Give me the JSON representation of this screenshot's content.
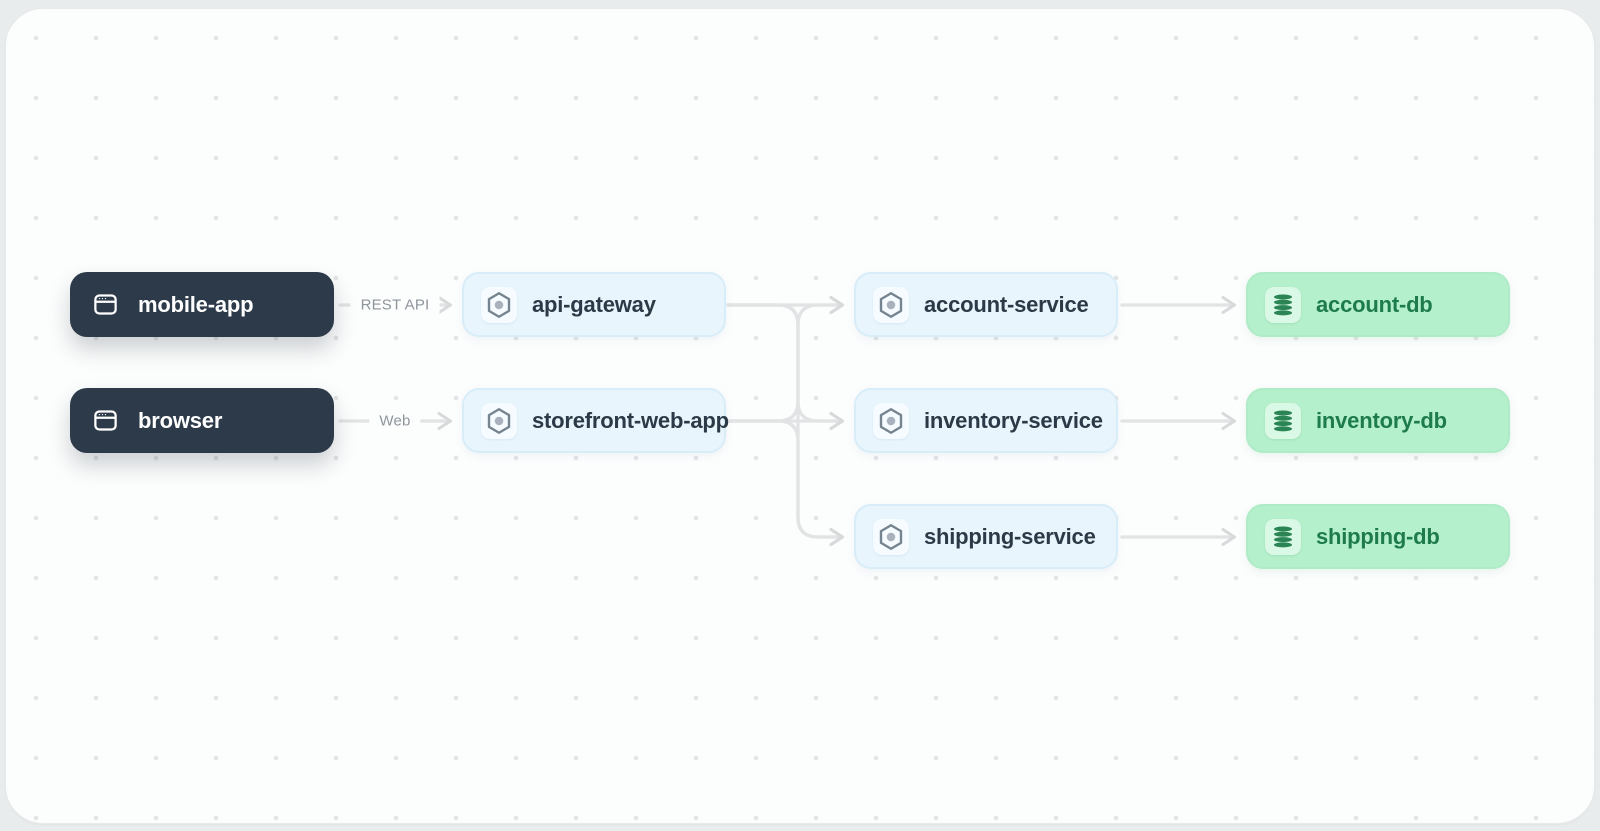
{
  "colors": {
    "client_bg": "#2d3a4a",
    "client_text": "#ffffff",
    "service_bg": "#e8f5fd",
    "service_border": "#d9edf9",
    "service_text": "#2c3a47",
    "db_bg": "#b5f0cc",
    "db_border": "#aeebc6",
    "db_text": "#1e7b4c",
    "edge_color": "#e2e3e4",
    "arrow_color": "#d8d9da",
    "edge_label_color": "#8e959c",
    "hexagon_stroke": "#76848f",
    "hexagon_dot": "#a9b2bc",
    "database_icon": "#2a8454"
  },
  "diagram": {
    "nodes": [
      {
        "id": "mobile-app",
        "label": "mobile-app",
        "kind": "client",
        "icon": "browser-icon"
      },
      {
        "id": "browser",
        "label": "browser",
        "kind": "client",
        "icon": "browser-icon"
      },
      {
        "id": "api-gateway",
        "label": "api-gateway",
        "kind": "service",
        "icon": "hexagon-icon"
      },
      {
        "id": "storefront-web-app",
        "label": "storefront-web-app",
        "kind": "service",
        "icon": "hexagon-icon"
      },
      {
        "id": "account-service",
        "label": "account-service",
        "kind": "service",
        "icon": "hexagon-icon"
      },
      {
        "id": "inventory-service",
        "label": "inventory-service",
        "kind": "service",
        "icon": "hexagon-icon"
      },
      {
        "id": "shipping-service",
        "label": "shipping-service",
        "kind": "service",
        "icon": "hexagon-icon"
      },
      {
        "id": "account-db",
        "label": "account-db",
        "kind": "database",
        "icon": "database-icon"
      },
      {
        "id": "inventory-db",
        "label": "inventory-db",
        "kind": "database",
        "icon": "database-icon"
      },
      {
        "id": "shipping-db",
        "label": "shipping-db",
        "kind": "database",
        "icon": "database-icon"
      }
    ],
    "edges": [
      {
        "from": "mobile-app",
        "to": "api-gateway",
        "label": "REST API"
      },
      {
        "from": "browser",
        "to": "storefront-web-app",
        "label": "Web"
      },
      {
        "from": "api-gateway",
        "to": "account-service",
        "label": ""
      },
      {
        "from": "api-gateway",
        "to": "inventory-service",
        "label": ""
      },
      {
        "from": "api-gateway",
        "to": "shipping-service",
        "label": ""
      },
      {
        "from": "storefront-web-app",
        "to": "account-service",
        "label": ""
      },
      {
        "from": "storefront-web-app",
        "to": "inventory-service",
        "label": ""
      },
      {
        "from": "storefront-web-app",
        "to": "shipping-service",
        "label": ""
      },
      {
        "from": "account-service",
        "to": "account-db",
        "label": ""
      },
      {
        "from": "inventory-service",
        "to": "inventory-db",
        "label": ""
      },
      {
        "from": "shipping-service",
        "to": "shipping-db",
        "label": ""
      }
    ]
  }
}
